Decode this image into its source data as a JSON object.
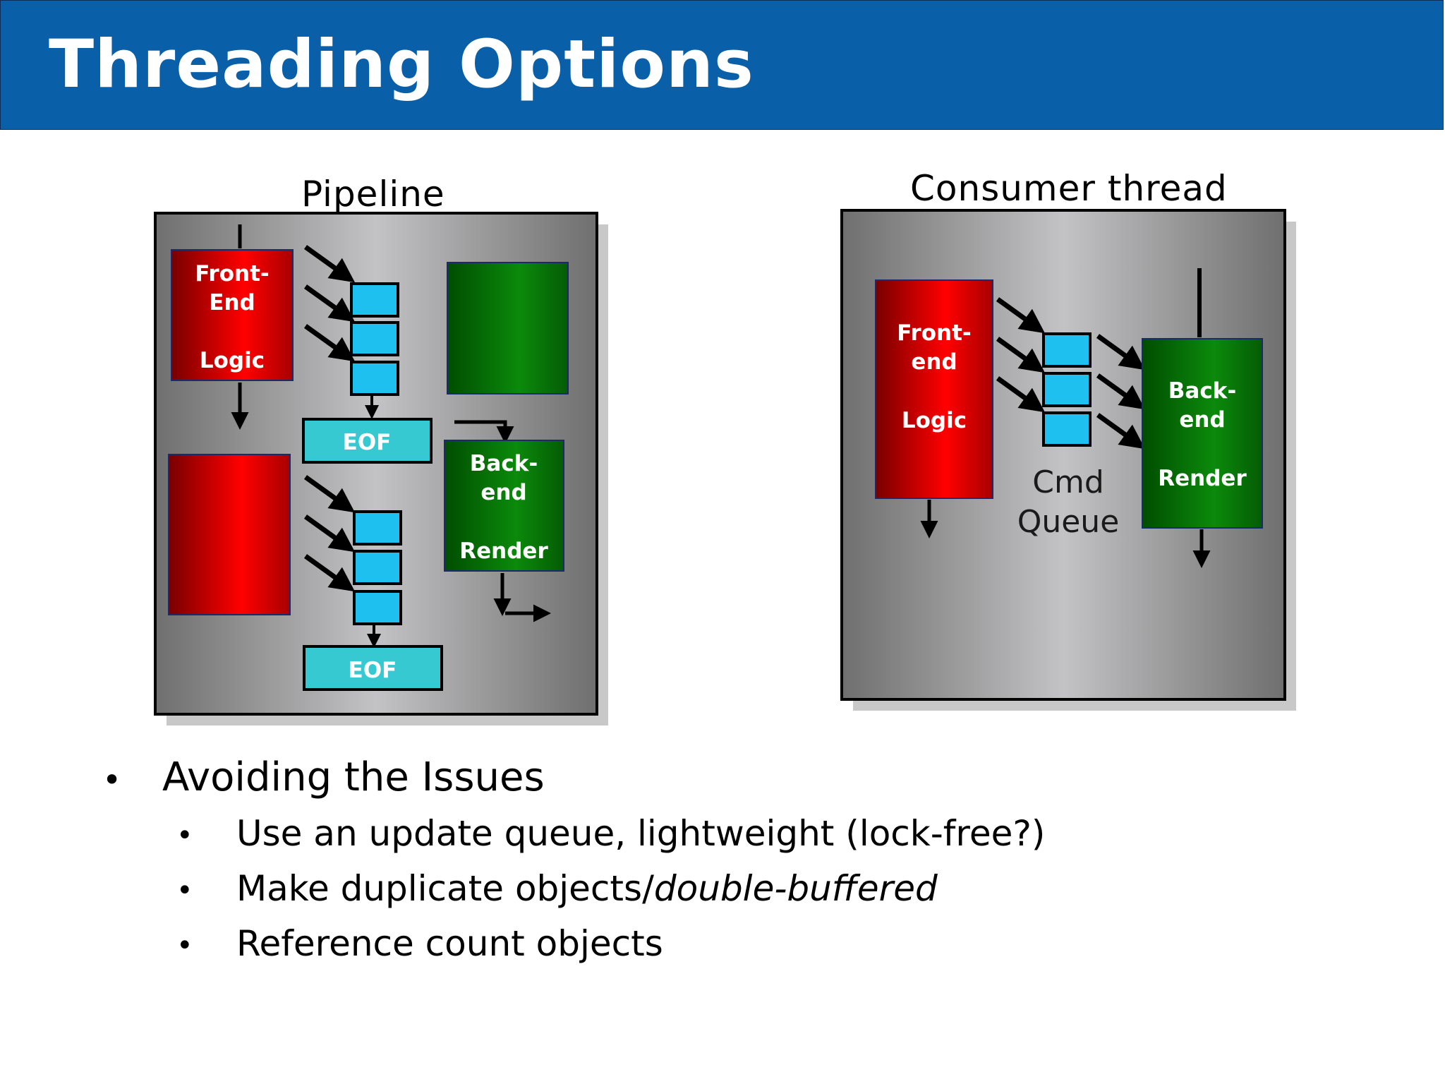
{
  "title": "Threading Options",
  "pipeline": {
    "title": "Pipeline",
    "frontend_line1": "Front-",
    "frontend_line2": "End",
    "frontend_line3": "Logic",
    "eof_top": "EOF",
    "eof_bottom": "EOF",
    "backend_line1": "Back-",
    "backend_line2": "end",
    "backend_line3": "Render"
  },
  "consumer": {
    "title": "Consumer thread",
    "frontend_line1": "Front-",
    "frontend_line2": "end",
    "frontend_line3": "Logic",
    "queue_line1": "Cmd",
    "queue_line2": "Queue",
    "backend_line1": "Back-",
    "backend_line2": "end",
    "backend_line3": "Render"
  },
  "bullets": {
    "main": "Avoiding the Issues",
    "sub": [
      "Use an update queue, lightweight (lock-free?)",
      "Make duplicate objects/",
      "Reference count objects"
    ],
    "sub_italic": "double-buffered"
  },
  "colors": {
    "title_bar": "#0a5fa9",
    "frontend_red": "#e00000",
    "backend_green": "#0a7a0a",
    "queue_cyan": "#1ec0f0",
    "eof_teal": "#36c9d2"
  }
}
